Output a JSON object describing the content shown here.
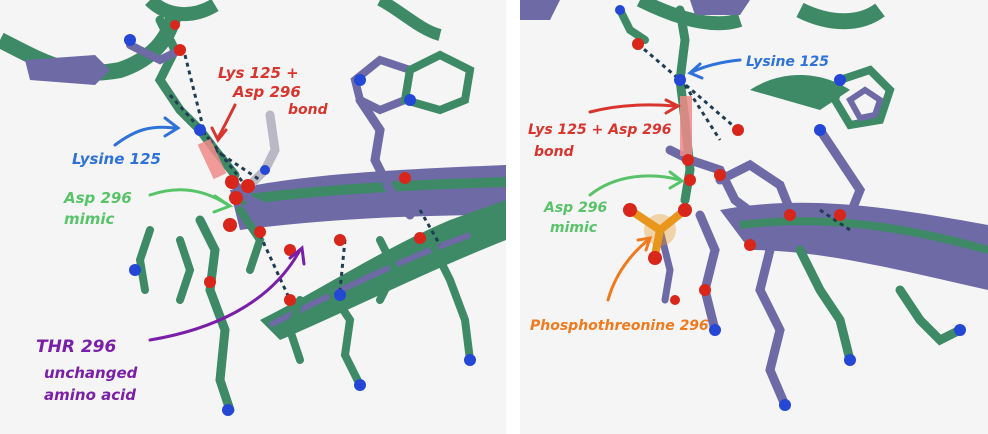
{
  "left": {
    "labels": {
      "bond_line1": "Lys 125 +",
      "bond_line2": "Asp 296",
      "bond_line3": "bond",
      "lysine": "Lysine 125",
      "mimic_line1": "Asp 296",
      "mimic_line2": "mimic",
      "thr_line1": "THR 296",
      "thr_line2": "unchanged",
      "thr_line3": "amino acid"
    }
  },
  "right": {
    "labels": {
      "lysine": "Lysine 125",
      "bond_line1": "Lys 125 + Asp 296",
      "bond_line2": "bond",
      "mimic_line1": "Asp 296",
      "mimic_line2": "mimic",
      "phospho": "Phosphothreonine 296"
    }
  },
  "colors": {
    "ribbon_green": "#3e8a66",
    "ribbon_purple": "#6d6aa6",
    "oxygen_red": "#d8261a",
    "nitrogen_blue": "#2447d6",
    "hbond_dash": "#1f3d52",
    "bond_highlight": "#f08a8a",
    "annot_red": "#d8352e",
    "annot_blue": "#2f72d8",
    "annot_green": "#58c46a",
    "annot_purple": "#7a1fa8",
    "annot_orange": "#f07a1e",
    "phosphorus_orange": "#e8961c"
  }
}
